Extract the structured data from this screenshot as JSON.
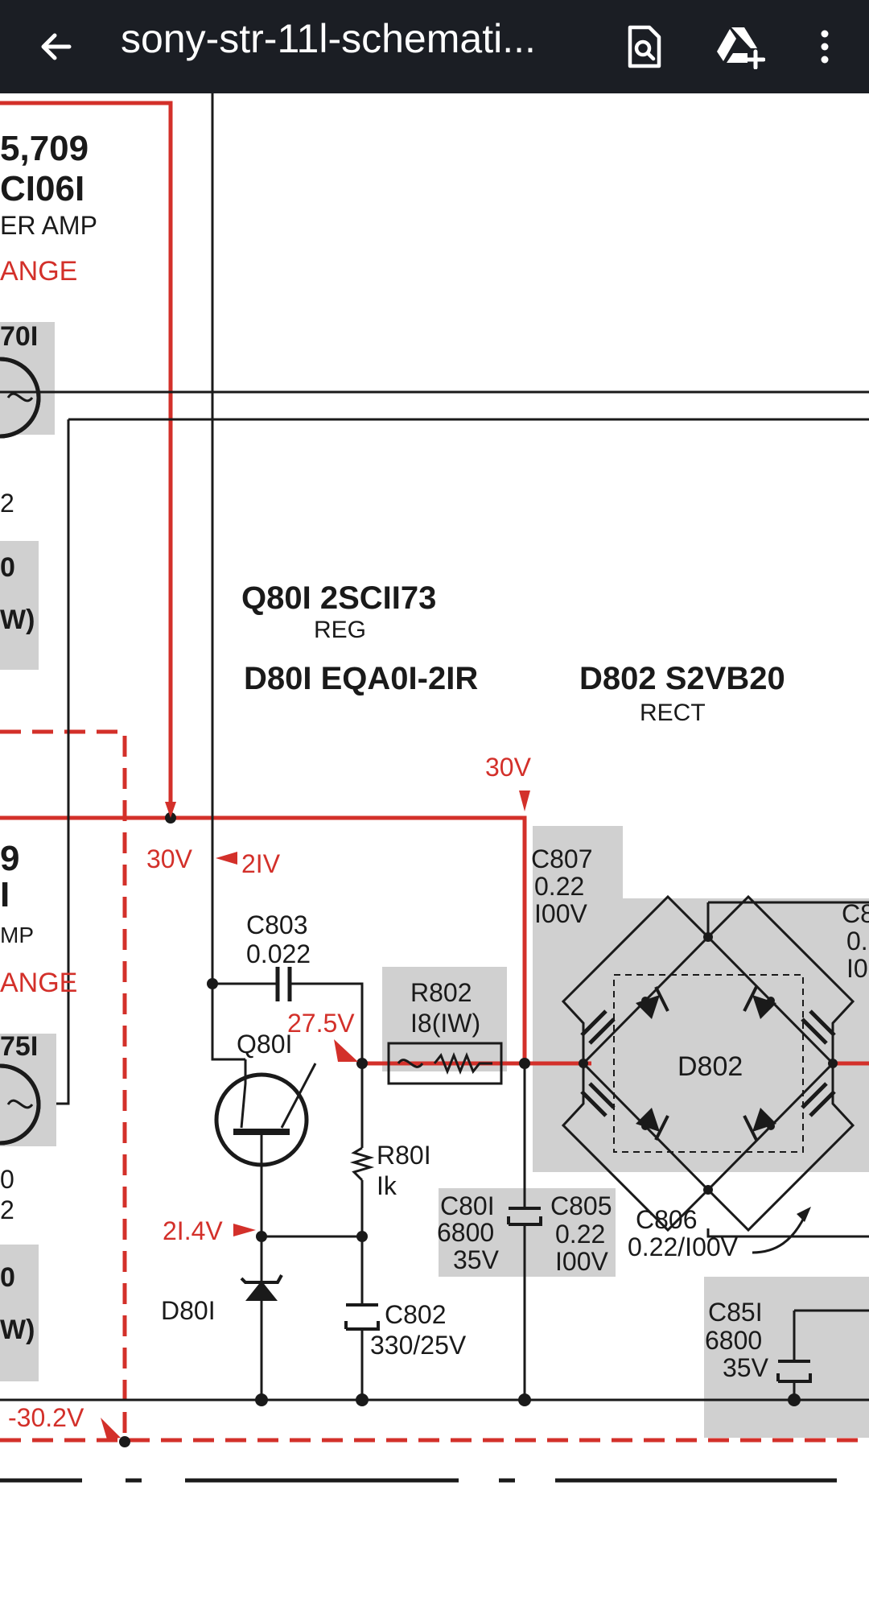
{
  "toolbar": {
    "back_icon": "arrow-left-icon",
    "file_title": "sony-str-11l-schemati...",
    "actions": [
      {
        "name": "find-in-document-icon"
      },
      {
        "name": "add-to-drive-icon"
      },
      {
        "name": "more-options-icon"
      }
    ]
  },
  "colors": {
    "toolbar_bg": "#1b1e24",
    "schematic_red": "#d3302a",
    "component_shade": "#d0d0d0",
    "ink": "#1a1a1a"
  },
  "schematic": {
    "left_labels": {
      "l1": "5,709",
      "l2": "CI06I",
      "l3": "ER  AMP",
      "l4": "ANGE",
      "l5": "70I",
      "l6": "2",
      "l7": "0",
      "l8": "W)",
      "l9": "9",
      "l10": "I",
      "l11": "MP",
      "l12": "ANGE",
      "l13": "75I",
      "l14": "0",
      "l15": "2",
      "l16": "0",
      "l17": "W)"
    },
    "headings": {
      "q801_title": "Q80I  2SCII73",
      "q801_sub": "REG",
      "d801_title": "D80I  EQA0I-2IR",
      "d802_title": "D802  S2VB20",
      "d802_sub": "RECT"
    },
    "voltages": {
      "v30_top": "30V",
      "v30_left": "30V",
      "v21": "2IV",
      "v275": "27.5V",
      "v214": "2I.4V",
      "vneg302": "-30.2V"
    },
    "components": {
      "c803_name": "C803",
      "c803_val": "0.022",
      "r802_name": "R802",
      "r802_val": "I8(IW)",
      "q801": "Q80I",
      "r801_name": "R80I",
      "r801_val": "Ik",
      "d801": "D80I",
      "c801_name": "C80I",
      "c801_val1": "6800",
      "c801_val2": "35V",
      "c802_name": "C802",
      "c802_val": "330/25V",
      "c807_name": "C807",
      "c807_val1": "0.22",
      "c807_val2": "I00V",
      "c805_name": "C805",
      "c805_val1": "0.22",
      "c805_val2": "I00V",
      "c806_name": "C806",
      "c806_val": "0.22/I00V",
      "d802": "D802",
      "c851_name": "C85I",
      "c851_val1": "6800",
      "c851_val2": "35V",
      "c808_partial_name": "C8",
      "c808_partial_v1": "0.",
      "c808_partial_v2": "I0"
    }
  }
}
